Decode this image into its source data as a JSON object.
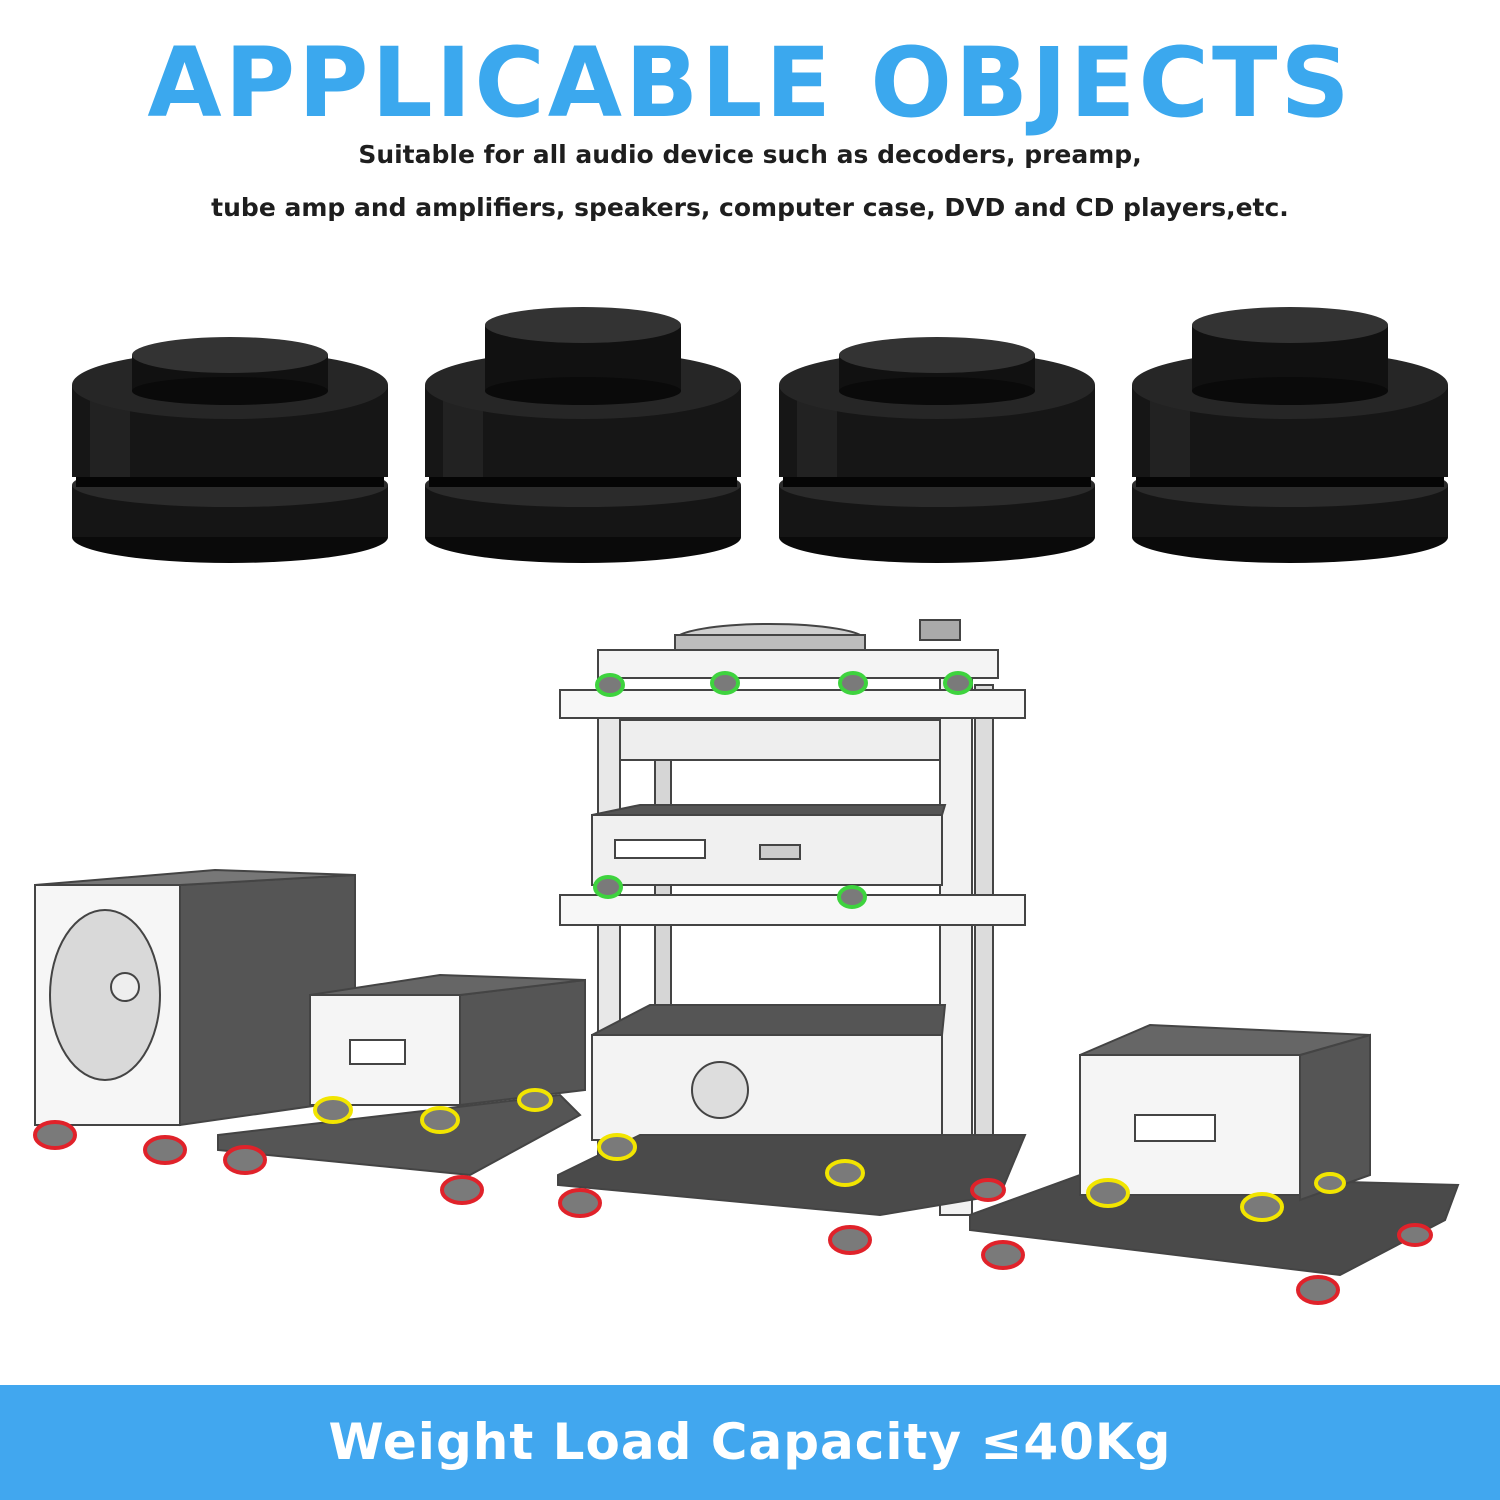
{
  "header": {
    "title": "APPLICABLE OBJECTS",
    "subtitle_line1": "Suitable for all audio device such as decoders, preamp,",
    "subtitle_line2": "tube amp and amplifiers, speakers, computer case, DVD and CD players,etc."
  },
  "products": [
    {
      "variant": "short-top"
    },
    {
      "variant": "tall-top"
    },
    {
      "variant": "short-top"
    },
    {
      "variant": "tall-top"
    }
  ],
  "footer": {
    "banner_text": "Weight Load Capacity ≤40Kg"
  },
  "colors": {
    "accent": "#3ba8ee",
    "banner": "#41a7ef",
    "product": "#111111",
    "foot_red": "#e0222a",
    "foot_yellow": "#f2e500",
    "foot_green": "#3ed33e"
  }
}
